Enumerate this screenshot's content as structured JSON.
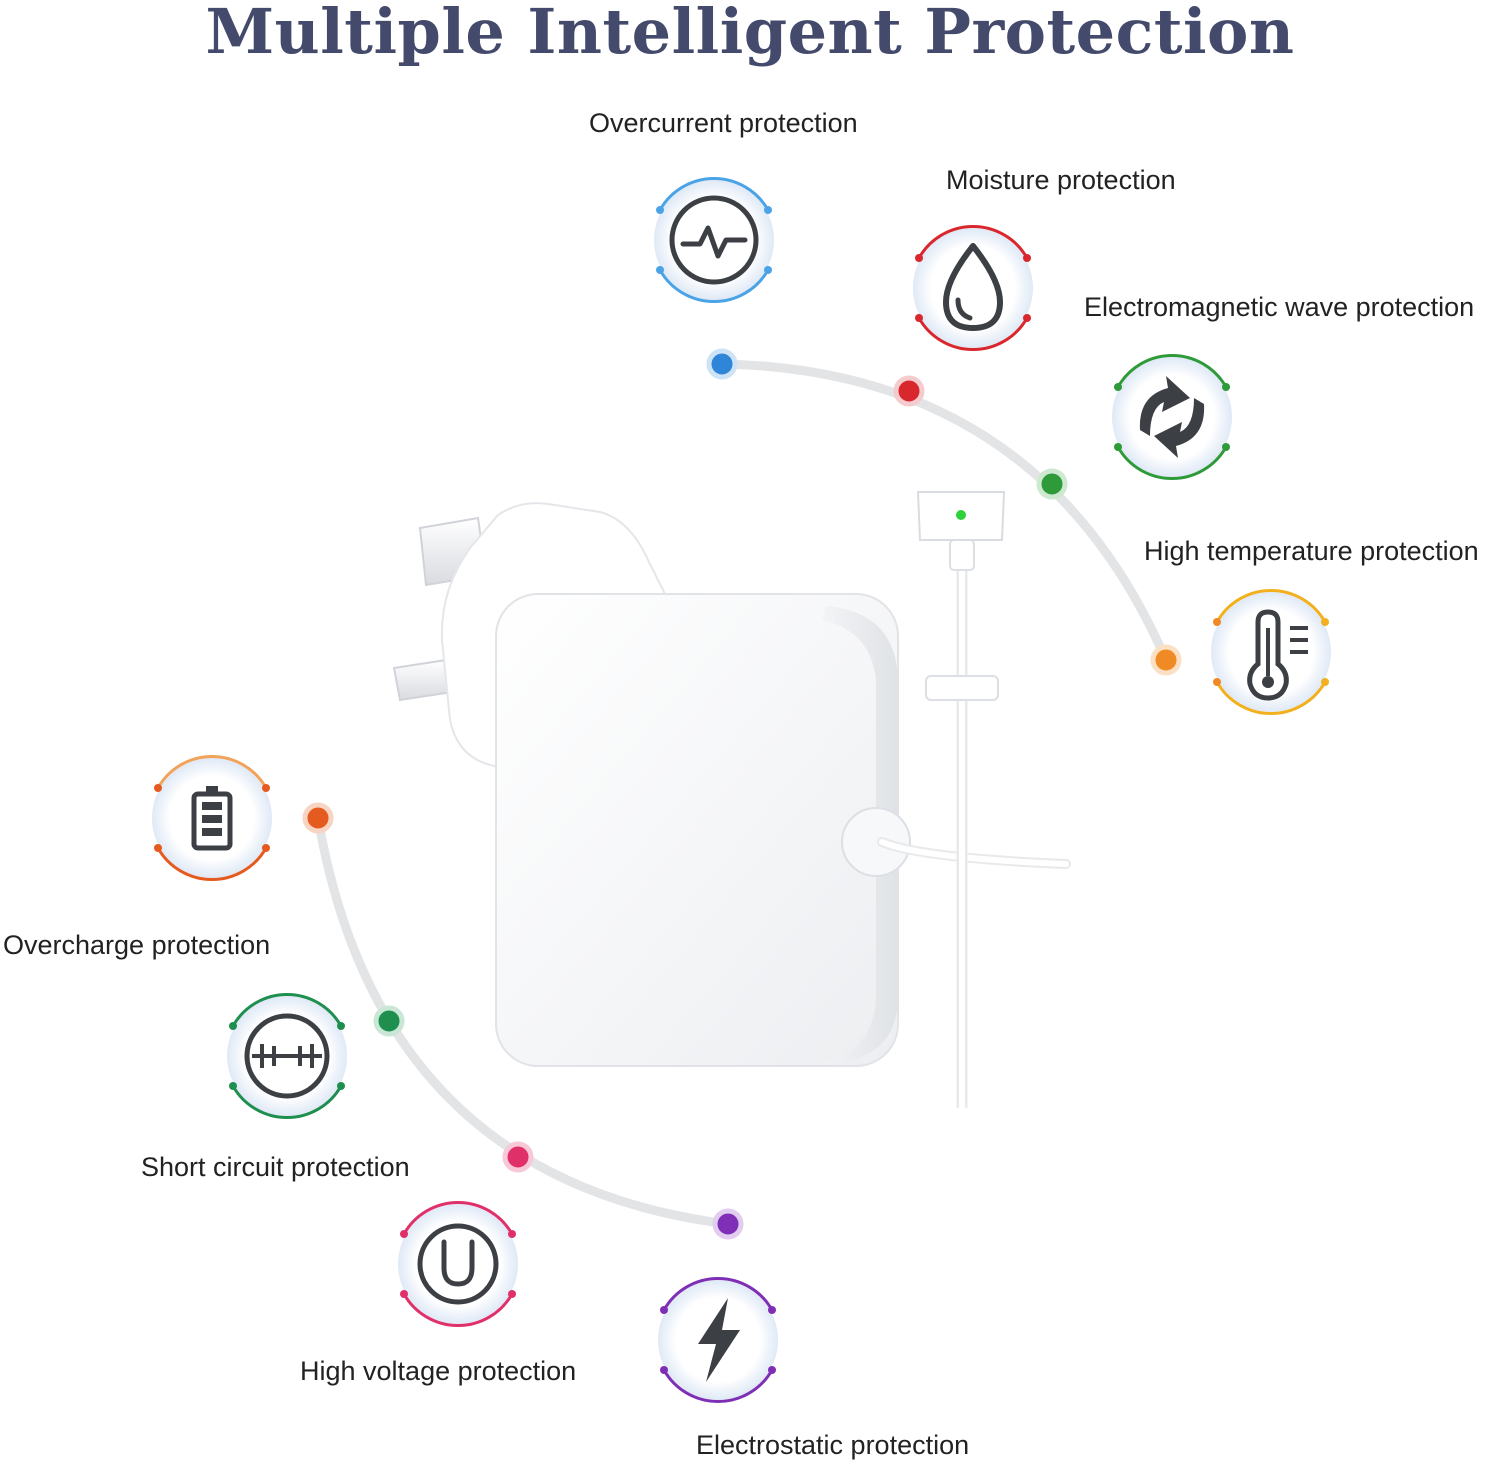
{
  "title": "Multiple Intelligent Protection",
  "features": [
    {
      "label": "Overcurrent protection",
      "icon": "pulse-icon",
      "color": "#2f86d8"
    },
    {
      "label": "Moisture protection",
      "icon": "water-drop-icon",
      "color": "#d8282e"
    },
    {
      "label": "Electromagnetic wave protection",
      "icon": "rotating-arrows-icon",
      "color": "#2e9a3a"
    },
    {
      "label": "High temperature protection",
      "icon": "thermometer-icon",
      "color": "#f08a24"
    },
    {
      "label": "Overcharge protection",
      "icon": "battery-icon",
      "color": "#e55a1e"
    },
    {
      "label": "Short circuit protection",
      "icon": "short-circuit-icon",
      "color": "#1f8f4f"
    },
    {
      "label": "High voltage protection",
      "icon": "u-circle-icon",
      "color": "#e0306a"
    },
    {
      "label": "Electrostatic protection",
      "icon": "lightning-bolt-icon",
      "color": "#7e2fb5"
    }
  ]
}
